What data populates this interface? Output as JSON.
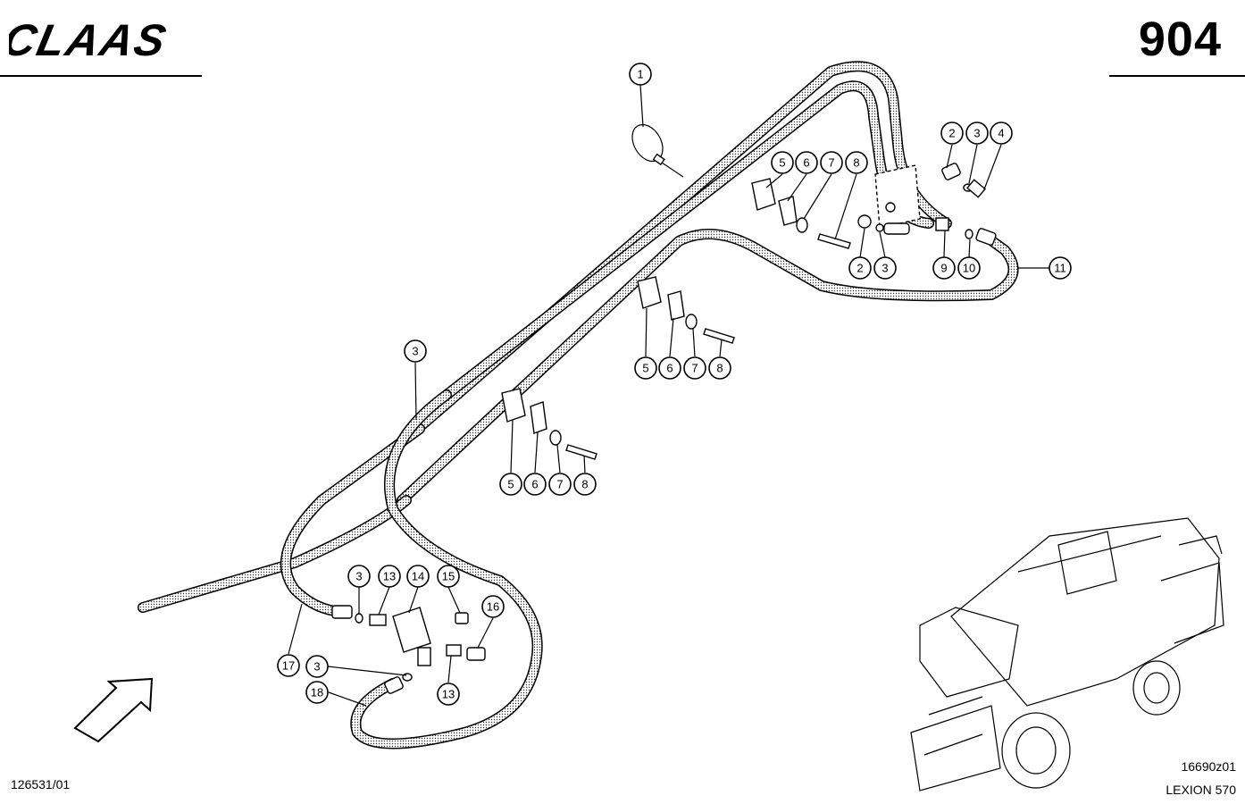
{
  "header": {
    "brand": "CLAAS",
    "page_number": "904"
  },
  "footer": {
    "drawing_ref": "126531/01",
    "image_code": "16690z01",
    "model": "LEXION 570"
  },
  "callouts": [
    {
      "id": "c1",
      "label": "1"
    },
    {
      "id": "c2a",
      "label": "2"
    },
    {
      "id": "c3a",
      "label": "3"
    },
    {
      "id": "c4",
      "label": "4"
    },
    {
      "id": "c5a",
      "label": "5"
    },
    {
      "id": "c6a",
      "label": "6"
    },
    {
      "id": "c7a",
      "label": "7"
    },
    {
      "id": "c8a",
      "label": "8"
    },
    {
      "id": "c2b",
      "label": "2"
    },
    {
      "id": "c3b",
      "label": "3"
    },
    {
      "id": "c9",
      "label": "9"
    },
    {
      "id": "c10",
      "label": "10"
    },
    {
      "id": "c11",
      "label": "11"
    },
    {
      "id": "c5b",
      "label": "5"
    },
    {
      "id": "c6b",
      "label": "6"
    },
    {
      "id": "c7b",
      "label": "7"
    },
    {
      "id": "c8b",
      "label": "8"
    },
    {
      "id": "c3c",
      "label": "3"
    },
    {
      "id": "c5c",
      "label": "5"
    },
    {
      "id": "c6c",
      "label": "6"
    },
    {
      "id": "c7c",
      "label": "7"
    },
    {
      "id": "c8c",
      "label": "8"
    },
    {
      "id": "c3d",
      "label": "3"
    },
    {
      "id": "c13a",
      "label": "13"
    },
    {
      "id": "c14",
      "label": "14"
    },
    {
      "id": "c15",
      "label": "15"
    },
    {
      "id": "c16",
      "label": "16"
    },
    {
      "id": "c17",
      "label": "17"
    },
    {
      "id": "c3e",
      "label": "3"
    },
    {
      "id": "c18",
      "label": "18"
    },
    {
      "id": "c13b",
      "label": "13"
    }
  ]
}
